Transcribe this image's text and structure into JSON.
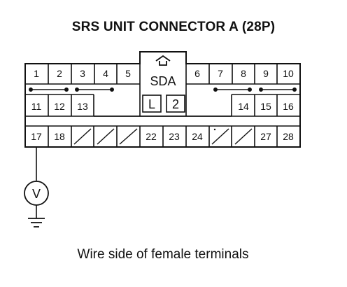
{
  "diagram": {
    "title": "SRS UNIT CONNECTOR A (28P)",
    "caption": "Wire side of female terminals",
    "center_label": "SDA",
    "markings": [
      "L",
      "2"
    ],
    "row1": [
      "1",
      "2",
      "3",
      "4",
      "5",
      "6",
      "7",
      "8",
      "9",
      "10"
    ],
    "row2": [
      "11",
      "12",
      "13",
      "14",
      "15",
      "16"
    ],
    "row3": [
      "17",
      "18",
      "",
      "",
      "",
      "22",
      "23",
      "24",
      "",
      "",
      "27",
      "28"
    ],
    "voltmeter_symbol": "V",
    "measurement_pin": "17",
    "shorting_bars": [
      [
        "1",
        "2"
      ],
      [
        "3",
        "4"
      ],
      [
        "7",
        "8"
      ],
      [
        "9",
        "10"
      ]
    ],
    "colors": {
      "line": "#111111",
      "background": "#ffffff"
    }
  }
}
